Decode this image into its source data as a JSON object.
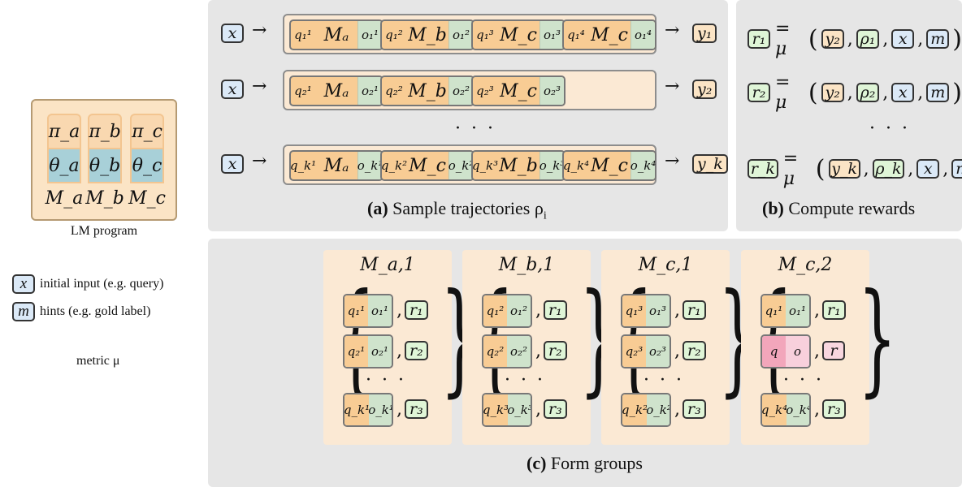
{
  "lm": {
    "programs": [
      {
        "pi": "π_a",
        "theta": "θ_a",
        "module": "M_a"
      },
      {
        "pi": "π_b",
        "theta": "θ_b",
        "module": "M_b"
      },
      {
        "pi": "π_c",
        "theta": "θ_c",
        "module": "M_c"
      }
    ],
    "label": "LM program"
  },
  "legend": {
    "x_tag": "x",
    "x_text": "initial input (e.g. query)",
    "m_tag": "m",
    "m_text": "hints (e.g. gold label)",
    "metric_text": "metric μ"
  },
  "trajectories": {
    "caption_bold": "(a)",
    "caption_text": "Sample trajectories ρ",
    "caption_sub": "i",
    "rows": [
      {
        "input": "x",
        "steps": [
          [
            "q₁¹",
            "Mₐ",
            "o₁¹"
          ],
          [
            "q₁²",
            "M_b",
            "o₁²"
          ],
          [
            "q₁³",
            "M_c",
            "o₁³"
          ],
          [
            "q₁⁴",
            "M_c",
            "o₁⁴"
          ]
        ],
        "output": "y₁"
      },
      {
        "input": "x",
        "steps": [
          [
            "q₂¹",
            "Mₐ",
            "o₂¹"
          ],
          [
            "q₂²",
            "M_b",
            "o₂²"
          ],
          [
            "q₂³",
            "M_c",
            "o₂³"
          ]
        ],
        "output": "y₂"
      },
      {
        "input": "x",
        "steps": [
          [
            "q_k¹",
            "Mₐ",
            "o_k¹"
          ],
          [
            "q_k²",
            "M_c",
            "o_k²"
          ],
          [
            "q_k³",
            "M_b",
            "o_k³"
          ],
          [
            "q_k⁴",
            "M_c",
            "o_k⁴"
          ]
        ],
        "output": "y_k"
      }
    ],
    "ellipsis": "· · ·"
  },
  "rewards": {
    "caption_bold": "(b)",
    "caption_text": "Compute rewards",
    "rows": [
      {
        "r": "r₁",
        "y": "y₂",
        "rho": "ρ₁",
        "x": "x",
        "m": "m"
      },
      {
        "r": "r₂",
        "y": "y₂",
        "rho": "ρ₂",
        "x": "x",
        "m": "m"
      },
      {
        "r": "r_k",
        "y": "y_k",
        "rho": "ρ_k",
        "x": "x",
        "m": "m"
      }
    ],
    "ellipsis": "· · ·",
    "eq": "= μ",
    "mu": "μ"
  },
  "groups": {
    "caption_bold": "(c)",
    "caption_text": "Form groups",
    "list": [
      {
        "title": "M_a,1",
        "items": [
          {
            "q": "q₁¹",
            "o": "o₁¹",
            "r": "r₁"
          },
          {
            "q": "q₂¹",
            "o": "o₂¹",
            "r": "r₂"
          },
          {
            "q": "q_k¹",
            "o": "o_k¹",
            "r": "r₃"
          }
        ]
      },
      {
        "title": "M_b,1",
        "items": [
          {
            "q": "q₁²",
            "o": "o₁²",
            "r": "r₁"
          },
          {
            "q": "q₂²",
            "o": "o₂²",
            "r": "r₂"
          },
          {
            "q": "q_k³",
            "o": "o_k³",
            "r": "r₃"
          }
        ]
      },
      {
        "title": "M_c,1",
        "items": [
          {
            "q": "q₁³",
            "o": "o₁³",
            "r": "r₁"
          },
          {
            "q": "q₂³",
            "o": "o₂³",
            "r": "r₂"
          },
          {
            "q": "q_k²",
            "o": "o_k²",
            "r": "r₃"
          }
        ]
      },
      {
        "title": "M_c,2",
        "items": [
          {
            "q": "q₁¹",
            "o": "o₁¹",
            "r": "r₁"
          },
          {
            "q": "q",
            "o": "o",
            "r": "r",
            "pink": true
          },
          {
            "q": "q_k⁴",
            "o": "o_k⁴",
            "r": "r₃"
          }
        ]
      }
    ],
    "ellipsis": "· · ·"
  },
  "colors": {
    "panel": "#e6e6e6",
    "module_orange": "#f8cc94",
    "output_green": "#cfe3cc",
    "tag_blue": "#dbe9f7",
    "tag_green": "#dff5d7",
    "pink": "#f2a6bb"
  }
}
